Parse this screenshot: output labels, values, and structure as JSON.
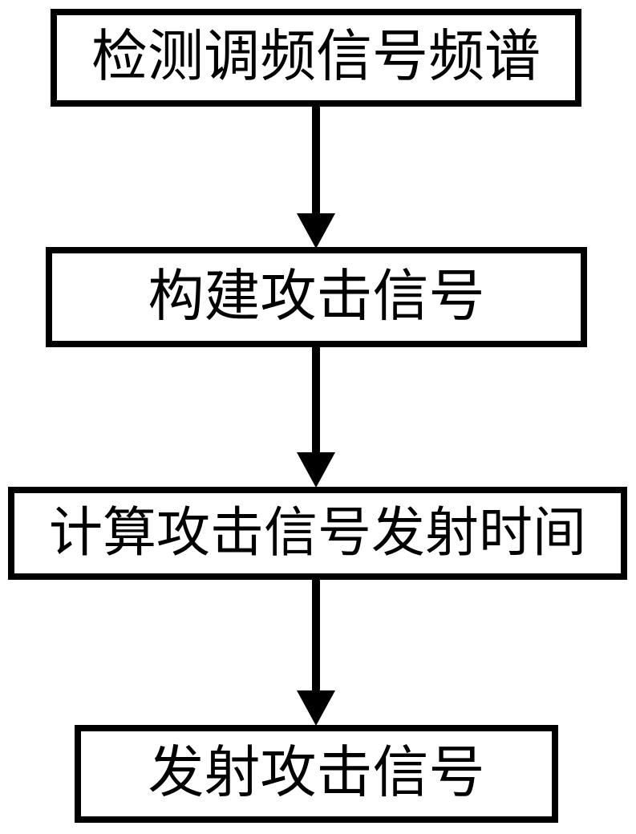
{
  "diagram": {
    "type": "flowchart",
    "direction": "top-down",
    "colors": {
      "line": "#000000",
      "text": "#000000",
      "background": "#ffffff"
    },
    "nodes": [
      {
        "id": "step-1",
        "label": "检测调频信号频谱"
      },
      {
        "id": "step-2",
        "label": "构建攻击信号"
      },
      {
        "id": "step-3",
        "label": "计算攻击信号发射时间"
      },
      {
        "id": "step-4",
        "label": "发射攻击信号"
      }
    ],
    "edges": [
      {
        "from": "step-1",
        "to": "step-2",
        "style": "solid-arrow"
      },
      {
        "from": "step-2",
        "to": "step-3",
        "style": "solid-arrow"
      },
      {
        "from": "step-3",
        "to": "step-4",
        "style": "solid-arrow"
      }
    ]
  }
}
